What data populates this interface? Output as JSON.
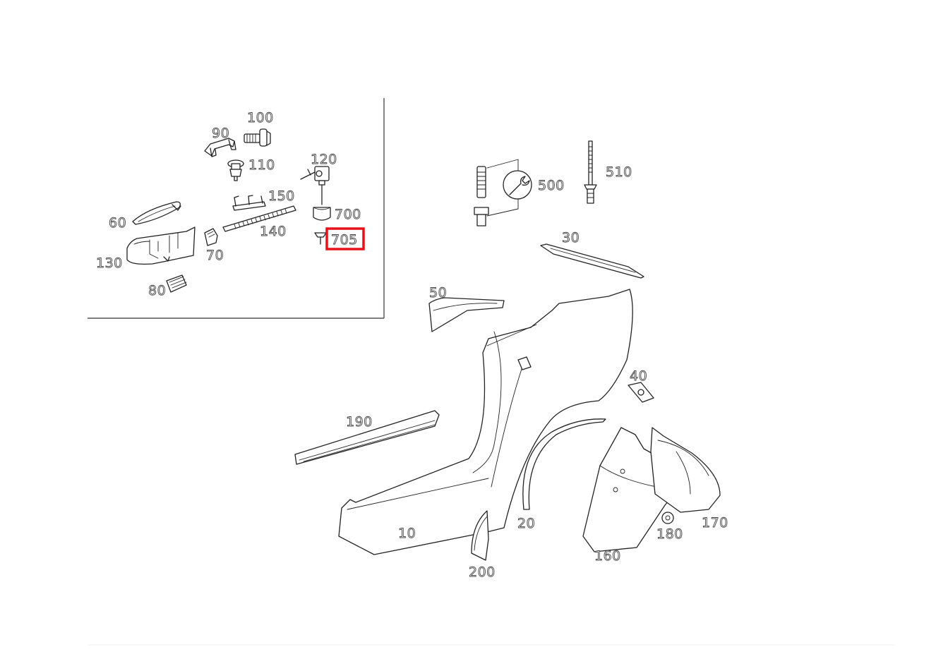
{
  "diagram": {
    "highlighted_part": "705",
    "callouts": [
      {
        "id": "c100",
        "label": "100"
      },
      {
        "id": "c90",
        "label": "90"
      },
      {
        "id": "c110",
        "label": "110"
      },
      {
        "id": "c120",
        "label": "120"
      },
      {
        "id": "c150",
        "label": "150"
      },
      {
        "id": "c700",
        "label": "700"
      },
      {
        "id": "c60",
        "label": "60"
      },
      {
        "id": "c140",
        "label": "140"
      },
      {
        "id": "c705",
        "label": "705"
      },
      {
        "id": "c130",
        "label": "130"
      },
      {
        "id": "c70",
        "label": "70"
      },
      {
        "id": "c80",
        "label": "80"
      },
      {
        "id": "c500",
        "label": "500"
      },
      {
        "id": "c510",
        "label": "510"
      },
      {
        "id": "c30",
        "label": "30"
      },
      {
        "id": "c50",
        "label": "50"
      },
      {
        "id": "c40",
        "label": "40"
      },
      {
        "id": "c190",
        "label": "190"
      },
      {
        "id": "c10",
        "label": "10"
      },
      {
        "id": "c20",
        "label": "20"
      },
      {
        "id": "c200",
        "label": "200"
      },
      {
        "id": "c160",
        "label": "160"
      },
      {
        "id": "c180",
        "label": "180"
      },
      {
        "id": "c170",
        "label": "170"
      }
    ],
    "colors": {
      "highlight": "#e8101a",
      "line": "#222222",
      "background": "#ffffff"
    }
  }
}
